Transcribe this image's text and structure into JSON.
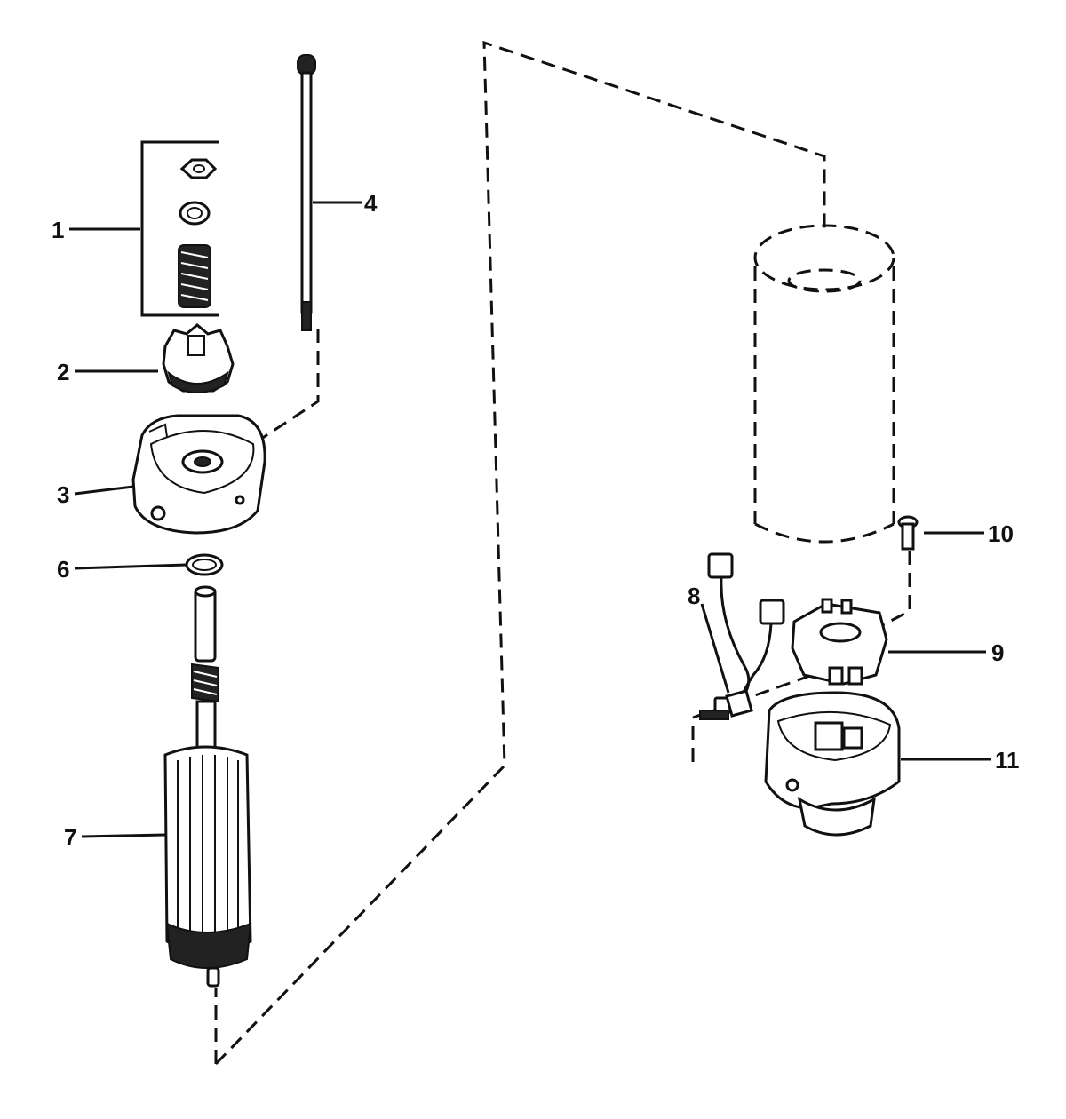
{
  "diagram": {
    "callouts": [
      {
        "id": "1",
        "label": "1"
      },
      {
        "id": "2",
        "label": "2"
      },
      {
        "id": "3",
        "label": "3"
      },
      {
        "id": "4",
        "label": "4"
      },
      {
        "id": "6",
        "label": "6"
      },
      {
        "id": "7",
        "label": "7"
      },
      {
        "id": "8",
        "label": "8"
      },
      {
        "id": "9",
        "label": "9"
      },
      {
        "id": "10",
        "label": "10"
      },
      {
        "id": "11",
        "label": "11"
      }
    ]
  }
}
